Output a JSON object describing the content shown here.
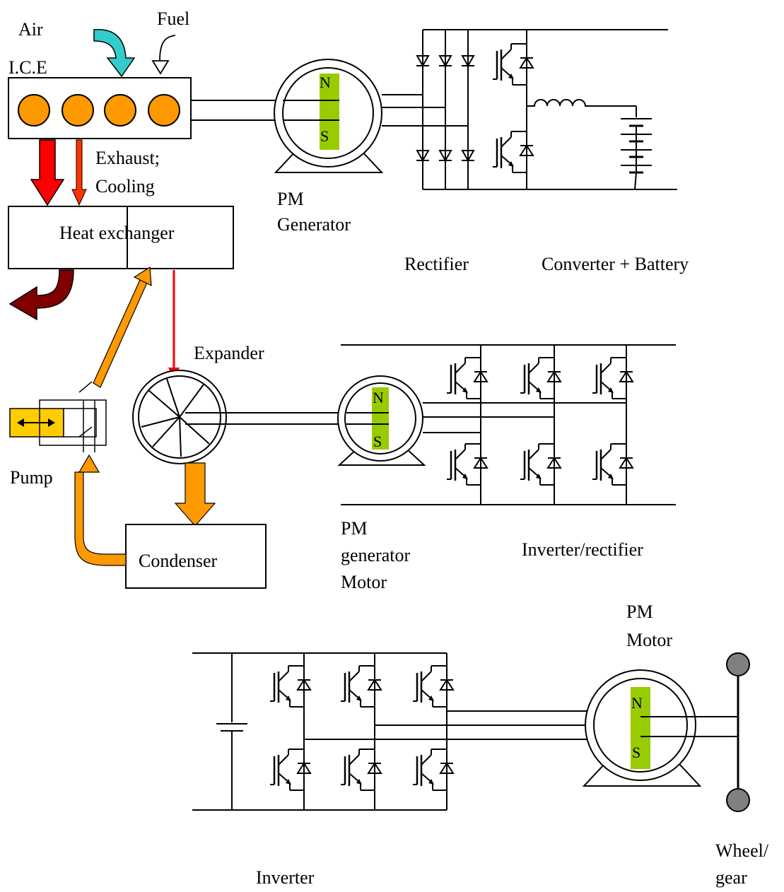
{
  "labels": {
    "air": "Air",
    "fuel": "Fuel",
    "ice": "I.C.E",
    "exhaust": "Exhaust;",
    "cooling": "Cooling",
    "heat_exchanger": "Heat exchanger",
    "pm_gen_line1": "PM",
    "pm_gen_line2": "Generator",
    "rectifier": "Rectifier",
    "converter_battery": "Converter + Battery",
    "expander": "Expander",
    "pump": "Pump",
    "condenser": "Condenser",
    "pm_genmotor_line1": "PM",
    "pm_genmotor_line2": "generator",
    "pm_genmotor_line3": "Motor",
    "inverter_rectifier": "Inverter/rectifier",
    "pm_motor_line1": "PM",
    "pm_motor_line2": "Motor",
    "wheel_line1": "Wheel/",
    "wheel_line2": "gear",
    "inverter": "Inverter",
    "pole_n": "N",
    "pole_s": "S"
  },
  "colors": {
    "engine_cylinder": "#FF9900",
    "air_arrow": "#33CCCC",
    "exhaust_arrow": "#FF0000",
    "exhaust_out_arrow": "#800000",
    "working_fluid": "#FF9900",
    "magnet": "#99CC00",
    "pump_actuator": "#FFCC00",
    "wheel": "#808080"
  },
  "icons": [
    "diode-icon",
    "igbt-icon",
    "inductor-icon",
    "battery-icon",
    "capacitor-icon",
    "pm-machine-icon",
    "turbine-icon"
  ]
}
